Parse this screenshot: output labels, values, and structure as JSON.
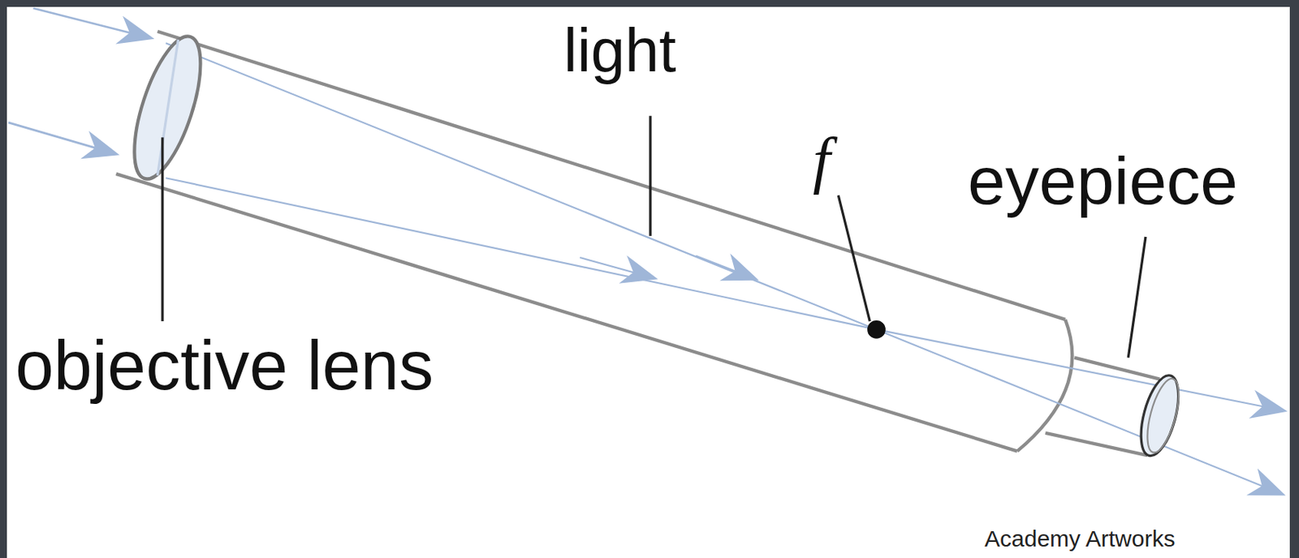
{
  "diagram": {
    "labels": [
      "light",
      "f",
      "objective lens",
      "eyepiece",
      "Academy Artworks"
    ]
  }
}
